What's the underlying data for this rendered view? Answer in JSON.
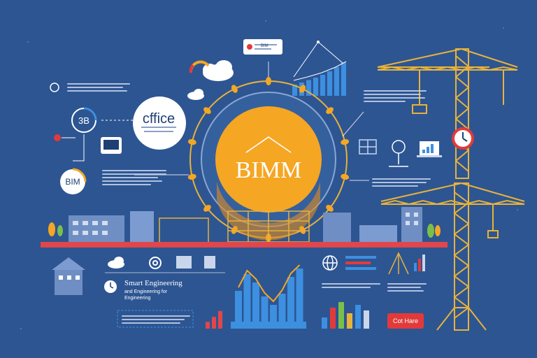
{
  "center": {
    "label": "BIMM"
  },
  "office_card": {
    "label": "cffice"
  },
  "top_note": {
    "label": "BIM"
  },
  "gauge_top": {
    "label": "3B"
  },
  "gauge_bottom": {
    "label": "BIM"
  },
  "smart": {
    "title": "Smart Engineering",
    "sub1": "and Engineering for",
    "sub2": "Engineering"
  },
  "cta": {
    "label": "Cot Hare"
  },
  "top_bars": [
    0.32,
    0.38,
    0.45,
    0.52,
    0.6,
    0.7,
    0.82,
    0.95
  ],
  "center_bars": [
    0.55,
    0.85,
    0.7,
    0.45,
    0.3,
    0.5,
    0.8,
    0.95
  ],
  "small_bars": [
    0.35,
    0.6,
    0.9
  ],
  "bottom_bars": [
    0.4,
    0.75,
    0.95,
    0.55,
    0.85,
    0.65
  ],
  "colors": {
    "background": "#2d5592",
    "accent": "#f5a623",
    "ground": "#e1464a",
    "crane": "#e8b23a",
    "bar": "#3d8fe0",
    "text_light": "#c9d6ec"
  }
}
